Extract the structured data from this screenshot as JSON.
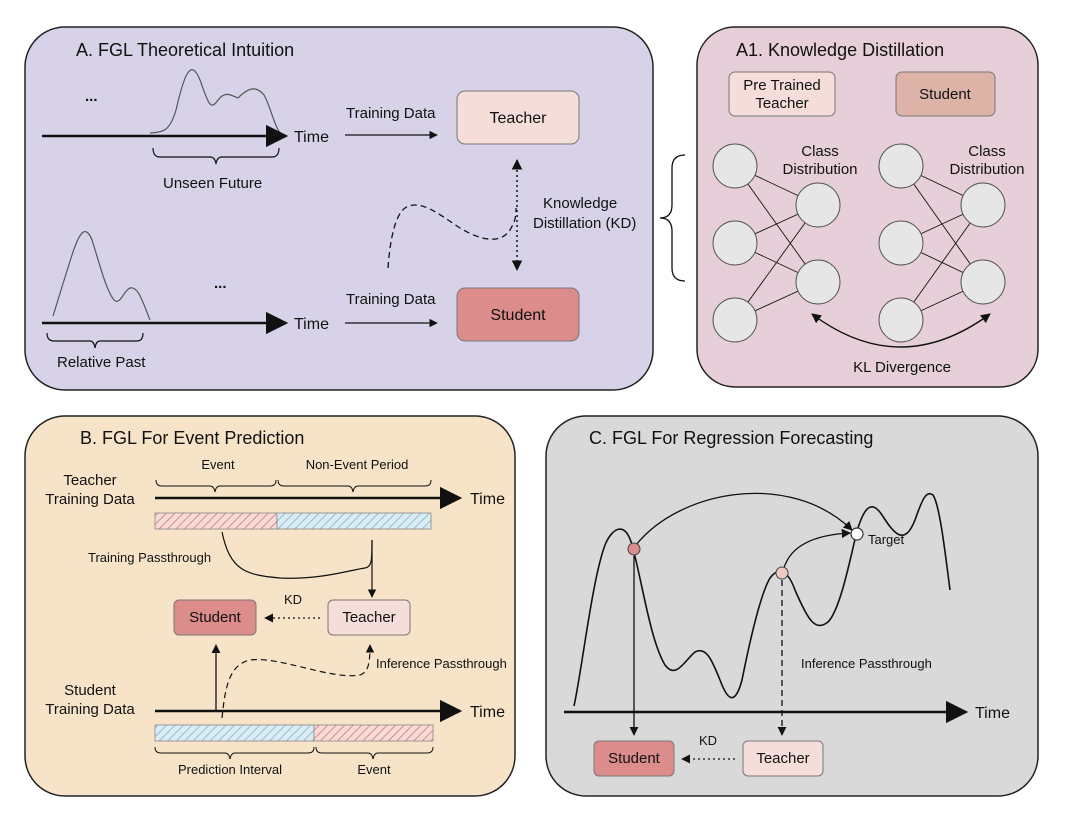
{
  "colors": {
    "panel_a": "#d8d2e8",
    "panel_a1": "#e7cfda",
    "panel_b": "#f7e4c8",
    "panel_c": "#d9d9d9",
    "teacher_fill": "#f5ddd9",
    "student_fill": "#dc8c8a",
    "pretrained_fill": "#f5ddd9",
    "a1_student_fill": "#ddb3a8",
    "event_hatch": "#e6a8a4",
    "nonevent_hatch": "#a9cfe0"
  },
  "panel_a": {
    "title": "A. FGL Theoretical Intuition",
    "dots_top": "...",
    "dots_bottom": "...",
    "time_top": "Time",
    "time_bottom": "Time",
    "unseen_future": "Unseen Future",
    "relative_past": "Relative Past",
    "training_data_top": "Training Data",
    "training_data_bottom": "Training Data",
    "teacher": "Teacher",
    "student": "Student",
    "kd_line1": "Knowledge",
    "kd_line2": "Distillation (KD)"
  },
  "panel_a1": {
    "title": "A1. Knowledge Distillation",
    "pretrained_line1": "Pre Trained",
    "pretrained_line2": "Teacher",
    "student": "Student",
    "class_dist_left_1": "Class",
    "class_dist_left_2": "Distribution",
    "class_dist_right_1": "Class",
    "class_dist_right_2": "Distribution",
    "kl_divergence": "KL Divergence"
  },
  "panel_b": {
    "title": "B. FGL For Event Prediction",
    "teacher_training_1": "Teacher",
    "teacher_training_2": "Training Data",
    "event_top": "Event",
    "non_event_period": "Non-Event Period",
    "time_top": "Time",
    "training_passthrough": "Training Passthrough",
    "student": "Student",
    "kd": "KD",
    "teacher": "Teacher",
    "inference_passthrough": "Inference Passthrough",
    "student_training_1": "Student",
    "student_training_2": "Training Data",
    "time_bottom": "Time",
    "prediction_interval": "Prediction Interval",
    "event_bottom": "Event"
  },
  "panel_c": {
    "title": "C. FGL For Regression Forecasting",
    "target": "Target",
    "inference_passthrough": "Inference Passthrough",
    "time": "Time",
    "kd": "KD",
    "student": "Student",
    "teacher": "Teacher"
  }
}
